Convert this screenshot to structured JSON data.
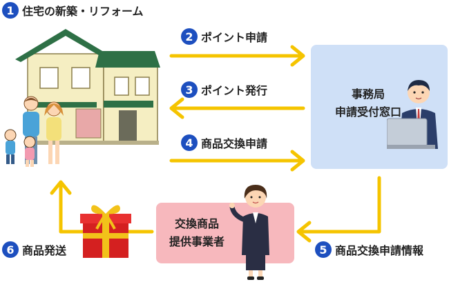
{
  "steps": [
    {
      "num": "1",
      "label": "住宅の新築・リフォーム"
    },
    {
      "num": "2",
      "label": "ポイント申請"
    },
    {
      "num": "3",
      "label": "ポイント発行"
    },
    {
      "num": "4",
      "label": "商品交換申請"
    },
    {
      "num": "5",
      "label": "商品交換申請情報"
    },
    {
      "num": "6",
      "label": "商品発送"
    }
  ],
  "office": {
    "line1": "事務局",
    "line2": "申請受付窓口"
  },
  "provider": {
    "line1": "交換商品",
    "line2": "提供事業者"
  },
  "colors": {
    "number_badge": "#1d4fbf",
    "arrow": "#f5c400",
    "office_box": "#cfe0f7",
    "provider_box": "#f7b8bd",
    "house_wall": "#f5eec2",
    "house_roof": "#2e7046",
    "gift": "#d42020",
    "ribbon": "#f2c21a"
  },
  "icons": [
    "house-illustration",
    "family-illustration",
    "office-worker-illustration",
    "provider-woman-illustration",
    "gift-box-illustration",
    "arrow-right-icon",
    "arrow-left-icon",
    "arrow-up-icon",
    "arrow-down-left-icon"
  ]
}
